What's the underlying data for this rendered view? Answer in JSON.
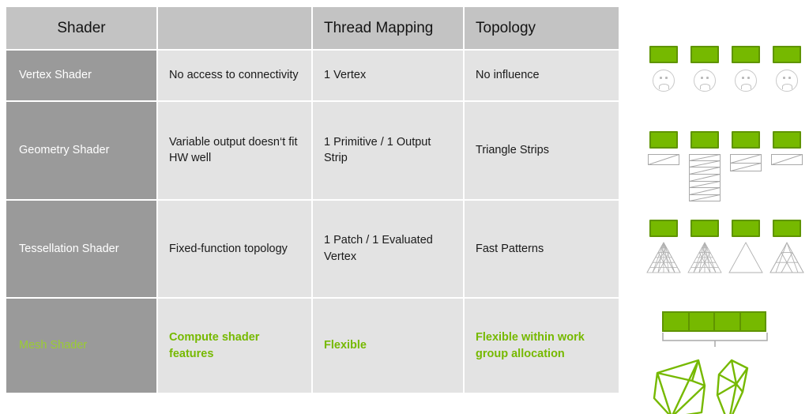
{
  "table": {
    "columns": [
      "Shader",
      "",
      "Thread Mapping",
      "Topology"
    ],
    "rows": [
      {
        "name": "Vertex Shader",
        "limitation": "No access to connectivity",
        "thread_mapping": "1 Vertex",
        "topology": "No influence",
        "highlight": false
      },
      {
        "name": "Geometry Shader",
        "limitation": "Variable output doesn‘t fit HW well",
        "thread_mapping": "1 Primitive / 1 Output Strip",
        "topology": "Triangle Strips",
        "highlight": false
      },
      {
        "name": "Tessellation Shader",
        "limitation": "Fixed-function topology",
        "thread_mapping": "1 Patch / 1 Evaluated Vertex",
        "topology": "Fast Patterns",
        "highlight": false
      },
      {
        "name": "Mesh Shader",
        "limitation": "Compute shader features",
        "thread_mapping": "Flexible",
        "topology": "Flexible within work group allocation",
        "highlight": true
      }
    ]
  },
  "diagram": {
    "rows": [
      {
        "label": "vertex-shader-diagram",
        "threads": 4,
        "glyph": "sad-face",
        "counts": [
          1,
          1,
          1,
          1
        ]
      },
      {
        "label": "geometry-shader-diagram",
        "threads": 4,
        "glyph": "triangle-strip",
        "counts": [
          1,
          7,
          2,
          1
        ]
      },
      {
        "label": "tessellation-shader-diagram",
        "threads": 4,
        "glyph": "tessellated-triangle",
        "counts": [
          6,
          6,
          1,
          3
        ]
      },
      {
        "label": "mesh-shader-diagram",
        "threads": 4,
        "glyph": "meshlet",
        "counts": [
          2
        ]
      }
    ]
  },
  "colors": {
    "accent_green": "#76b900",
    "accent_green_dark": "#5f9400",
    "header_gray": "#c3c3c3",
    "name_gray": "#9a9a9a",
    "cell_gray": "#e3e3e3",
    "green_text": "#76b900",
    "green_name_text": "#9acd32",
    "outline_gray": "#aaaaaa"
  }
}
